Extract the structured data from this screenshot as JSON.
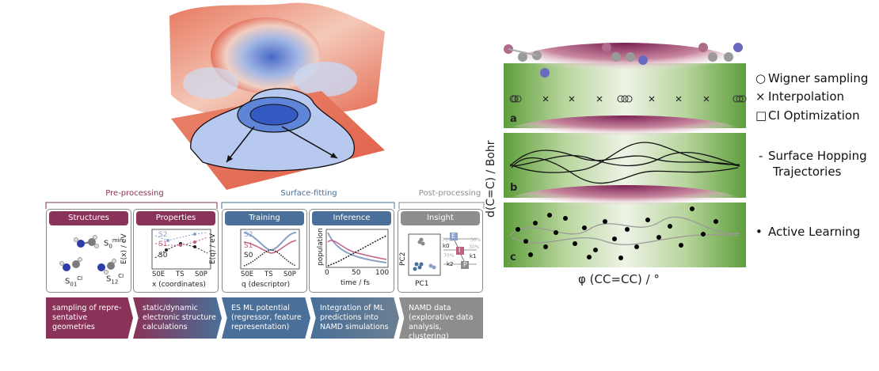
{
  "colors": {
    "preprocessing": "#8a3358",
    "surface_fitting": "#4a6f98",
    "post_processing": "#8d8d8d",
    "green": "#5e9e3c",
    "purple": "#7a1f52"
  },
  "pipeline": {
    "stage_labels": [
      "Pre-processing",
      "Surface-fitting",
      "Post-processing"
    ],
    "cards": [
      {
        "title": "Structures"
      },
      {
        "title": "Properties"
      },
      {
        "title": "Training"
      },
      {
        "title": "Inference"
      },
      {
        "title": "Insight"
      }
    ],
    "structures": {
      "s0min": "S",
      "s0min_sup": "min",
      "s0min_sub": "0",
      "s01": "S",
      "s01_sup": "CI",
      "s01_sub": "01",
      "s12": "S",
      "s12_sup": "CI",
      "s12_sub": "12"
    },
    "properties": {
      "ylabel": "E(x) / eV",
      "xlabel": "x (coordinates)",
      "states": [
        "S2",
        "S1",
        "S0"
      ],
      "ticks": [
        "S0E",
        "TS",
        "S0P"
      ]
    },
    "training": {
      "ylabel": "E(q) / eV",
      "xlabel": "q (descriptor)",
      "states": [
        "S2",
        "S1",
        "S0"
      ],
      "ticks": [
        "S0E",
        "TS",
        "S0P"
      ]
    },
    "inference": {
      "ylabel": "population",
      "xlabel": "time / fs",
      "ticks": [
        "0",
        "50",
        "100"
      ]
    },
    "insight": {
      "pc1": "PC1",
      "pc2": "PC2",
      "boxes": [
        "E",
        "I",
        "P"
      ],
      "k_labels": [
        "k0",
        "k1",
        "k2"
      ],
      "percents": [
        "70%",
        "30%",
        "70%",
        "30%"
      ]
    },
    "descriptions": [
      "sampling of repre-sentative geometries",
      "static/dynamic electronic structure calculations",
      "ES ML potential (regressor, feature representation)",
      "Integration of ML predictions into NAMD simulations",
      "NAMD data (explorative data analysis, clustering)"
    ]
  },
  "right_panel": {
    "ylabel": "d(C=C) / Bohr",
    "xlabel": "φ (CC=CC)  / °",
    "panel_letters": [
      "a",
      "b",
      "c"
    ],
    "legend": [
      {
        "symbol": "○",
        "text": "Wigner sampling"
      },
      {
        "symbol": "×",
        "text": "Interpolation"
      },
      {
        "symbol": "□",
        "text": "CI Optimization"
      },
      {
        "symbol": "-",
        "text": "Surface Hopping"
      },
      {
        "symbol": "",
        "text": "Trajectories"
      },
      {
        "symbol": "•",
        "text": "Active Learning"
      }
    ]
  }
}
